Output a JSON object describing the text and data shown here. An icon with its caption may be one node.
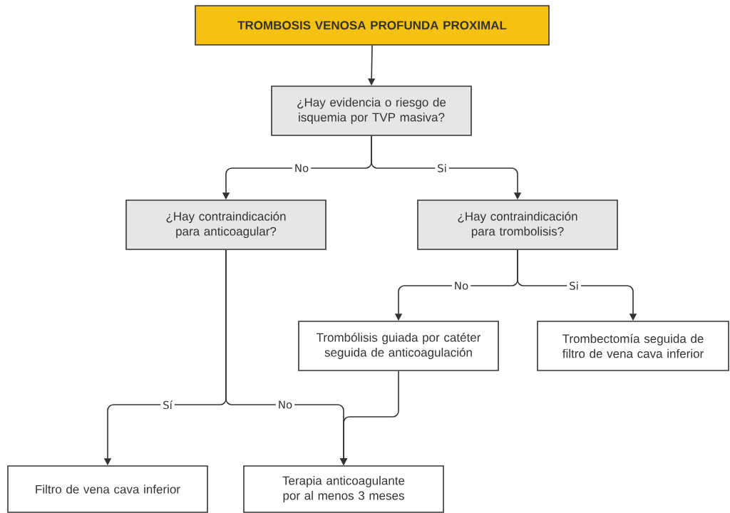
{
  "diagram": {
    "nodes": [
      {
        "text": [
          "TROMBOSIS VENOSA PROFUNDA PROXIMAL"
        ]
      },
      {
        "text": [
          "¿Hay evidencia o riesgo de isquemia por TVP masiva?"
        ]
      },
      {
        "text": [
          "¿Hay contraindicación para anticoagular?"
        ]
      },
      {
        "text": [
          "¿Hay contraindicación para trombolisis?"
        ]
      },
      {
        "text": [
          "Trombólisis guiada por catéter seguida de anticoagulación"
        ]
      },
      {
        "text": [
          "Trombectomía seguida de filtro de vena cava inferior"
        ]
      },
      {
        "text": [
          "Filtro de vena cava inferior"
        ]
      },
      {
        "text": [
          "Terapia anticoagulante por al menos 3 meses"
        ]
      }
    ],
    "edges": [
      {
        "from": 0,
        "to": 1,
        "arrow": "to"
      },
      {
        "from": 1,
        "to": 2,
        "arrow": "to",
        "label": "No"
      },
      {
        "from": 1,
        "to": 3,
        "arrow": "to",
        "label": "Si"
      },
      {
        "from": 3,
        "to": 4,
        "arrow": "to",
        "label": "No"
      },
      {
        "from": 3,
        "to": 5,
        "arrow": "to",
        "label": "Si"
      },
      {
        "from": 2,
        "to": 6,
        "arrow": "to",
        "label": "Sí"
      },
      {
        "from": 2,
        "to": 7,
        "arrow": "to",
        "label": "No"
      },
      {
        "from": 4,
        "to": 7,
        "arrow": "to"
      }
    ]
  }
}
